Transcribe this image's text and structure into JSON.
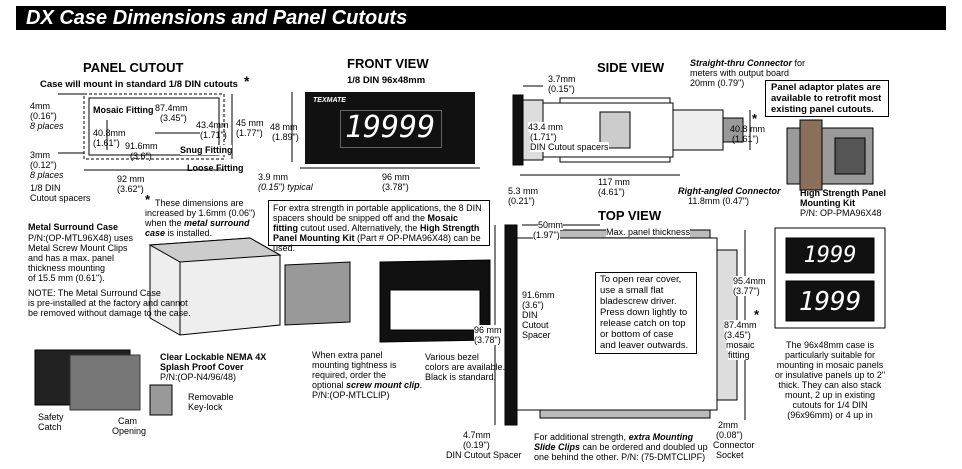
{
  "header": {
    "title": "DX Case Dimensions and Panel Cutouts"
  },
  "panel_cutout": {
    "title": "PANEL CUTOUT",
    "subtitle": "Case will mount in standard 1/8 DIN cutouts",
    "star": "*",
    "top_dim_mm": "4mm",
    "top_dim_in": "(0.16\")",
    "top_places": "8 places",
    "bot_dim_mm": "3mm",
    "bot_dim_in": "(0.12\")",
    "bot_places": "8 places",
    "mosaic_label": "Mosaic Fitting",
    "mosaic_w_mm": "87.4mm",
    "mosaic_w_in": "(3.45\")",
    "h1_mm": "40.8mm",
    "h1_in": "(1.61\")",
    "w_mm": "91.6mm",
    "w_in": "(3.6\")",
    "h2_mm": "43.4mm",
    "h2_in": "(1.71\")",
    "snug_label": "Snug Fitting",
    "h_mm": "45 mm",
    "h_in": "(1.77\")",
    "loose_label": "Loose Fitting",
    "outer_mm": "92 mm",
    "outer_in": "(3.62\")",
    "din_label": "1/8 DIN",
    "spacers_label": "Cutout spacers"
  },
  "dims_note": {
    "line1": "These dimensions are",
    "line2": "increased by 1.6mm (0.06\")",
    "line3": "when the",
    "em1": "metal surround",
    "em2": "case",
    "line4": "is installed."
  },
  "front_view": {
    "title": "FRONT VIEW",
    "subtitle": "1/8 DIN 96x48mm",
    "brand": "TEXMATE",
    "display": "19999",
    "h_mm": "48 mm",
    "h_in": "(1.89\")",
    "d_mm": "3.9 mm",
    "d_in": "(0.15\") typical",
    "w_mm": "96 mm",
    "w_in": "(3.78\")"
  },
  "strength_note": {
    "p1": "For extra strength in portable applications, the 8 DIN spacers should be snipped off and the",
    "b1": "Mosaic fitting",
    "p2": "cutout used.  Alternatively, the",
    "b2": "High Strength Panel Mounting Kit",
    "p3": "(Part # OP-PMA96X48) can be used."
  },
  "side_view": {
    "title": "SIDE VIEW",
    "straight_label": "Straight-thru Connector",
    "straight_rest1": "for",
    "straight_rest2": "meters with output board",
    "straight_rest3": "20mm (0.79\")",
    "d1_mm": "3.7mm",
    "d1_in": "(0.15\")",
    "h_mm": "43.4 mm",
    "h_in": "(1.71\")",
    "spacers": "DIN Cutout spacers",
    "r_mm": "40.8 mm",
    "r_in": "(1.61\")",
    "l_mm": "117 mm",
    "l_in": "(4.61\")",
    "b_mm": "5.3 mm",
    "b_in": "(0.21\")",
    "right_label": "Right-angled Connector",
    "right_dim": "11.8mm (0.47\")"
  },
  "adaptor": {
    "line1": "Panel adaptor plates are",
    "line2": "available to retrofit most",
    "line3": "existing panel cutouts.",
    "kit_title1": "High Strength Panel",
    "kit_title2": "Mounting Kit",
    "kit_pn": "P/N: OP-PMA96X48"
  },
  "metal_case": {
    "title": "Metal Surround Case",
    "l1": "P/N:(OP-MTL96X48) uses",
    "l2": "Metal Screw Mount Clips",
    "l3": "and has a max. panel",
    "l4": "thickness mounting",
    "l5": "of 15.5 mm (0.61\").",
    "n1": "NOTE: The Metal Surround Case",
    "n2": "is pre-installed at the factory and cannot",
    "n3": "be removed without damage to the case."
  },
  "nema": {
    "title1": "Clear Lockable NEMA 4X",
    "title2": "Splash Proof Cover",
    "pn": "P/N:(OP-N4/96/48)",
    "key1": "Removable",
    "key2": "Key-lock",
    "safety1": "Safety",
    "safety2": "Catch",
    "cam1": "Cam",
    "cam2": "Opening"
  },
  "screw_clip": {
    "l1": "When extra panel",
    "l2": "mounting tightness is",
    "l3": "required, order the",
    "l4": "optional",
    "em": "screw mount clip",
    "l5": "P/N:(OP-MTLCLIP)"
  },
  "bezel": {
    "l1": "Various bezel",
    "l2": "colors are available.",
    "l3": "Black is standard."
  },
  "top_view": {
    "title": "TOP VIEW",
    "t_mm": "50mm",
    "t_in": "(1.97\")",
    "t_label": "Max. panel thickness",
    "w_mm": "96 mm",
    "w_in": "(3.78\")",
    "s_mm": "91.6mm",
    "s_in": "(3.6\")",
    "s1": "DIN",
    "s2": "Cutout",
    "s3": "Spacer",
    "c1": "To open rear cover,",
    "c2": "use a small flat",
    "c3": "bladescrew driver.",
    "c4": "Press down lightly to",
    "c5": "release catch on top",
    "c6": "or bottom of case",
    "c7": "and leaver outwards.",
    "r_mm": "95.4mm",
    "r_in": "(3.77\")",
    "m_mm": "87.4mm",
    "m_in": "(3.45\")",
    "m1": "mosaic",
    "m2": "fitting",
    "b_mm": "4.7mm",
    "b_in": "(0.19\")",
    "b_label": "DIN Cutout Spacer",
    "clips_p1": "For additional strength,",
    "clips_em": "extra Mounting",
    "clips_em2": "Slide Clips",
    "clips_p2": "can be ordered and doubled up",
    "clips_p3": "one behind the other. P/N: (75-DMTCLIPF)",
    "k_mm": "2mm",
    "k_in": "(0.08\")",
    "k1": "Connector",
    "k2": "Socket"
  },
  "mosaic_panel": {
    "d1": "1999",
    "d2": "1999",
    "l1": "The 96x48mm case is",
    "l2": "particularly suitable for",
    "l3": "mounting in mosaic panels",
    "l4": "or insulative panels up to 2\"",
    "l5": "thick. They can also stack",
    "l6": "mount, 2 up in existing",
    "l7": "cutouts for 1/4 DIN",
    "l8": "(96x96mm) or 4 up in"
  }
}
